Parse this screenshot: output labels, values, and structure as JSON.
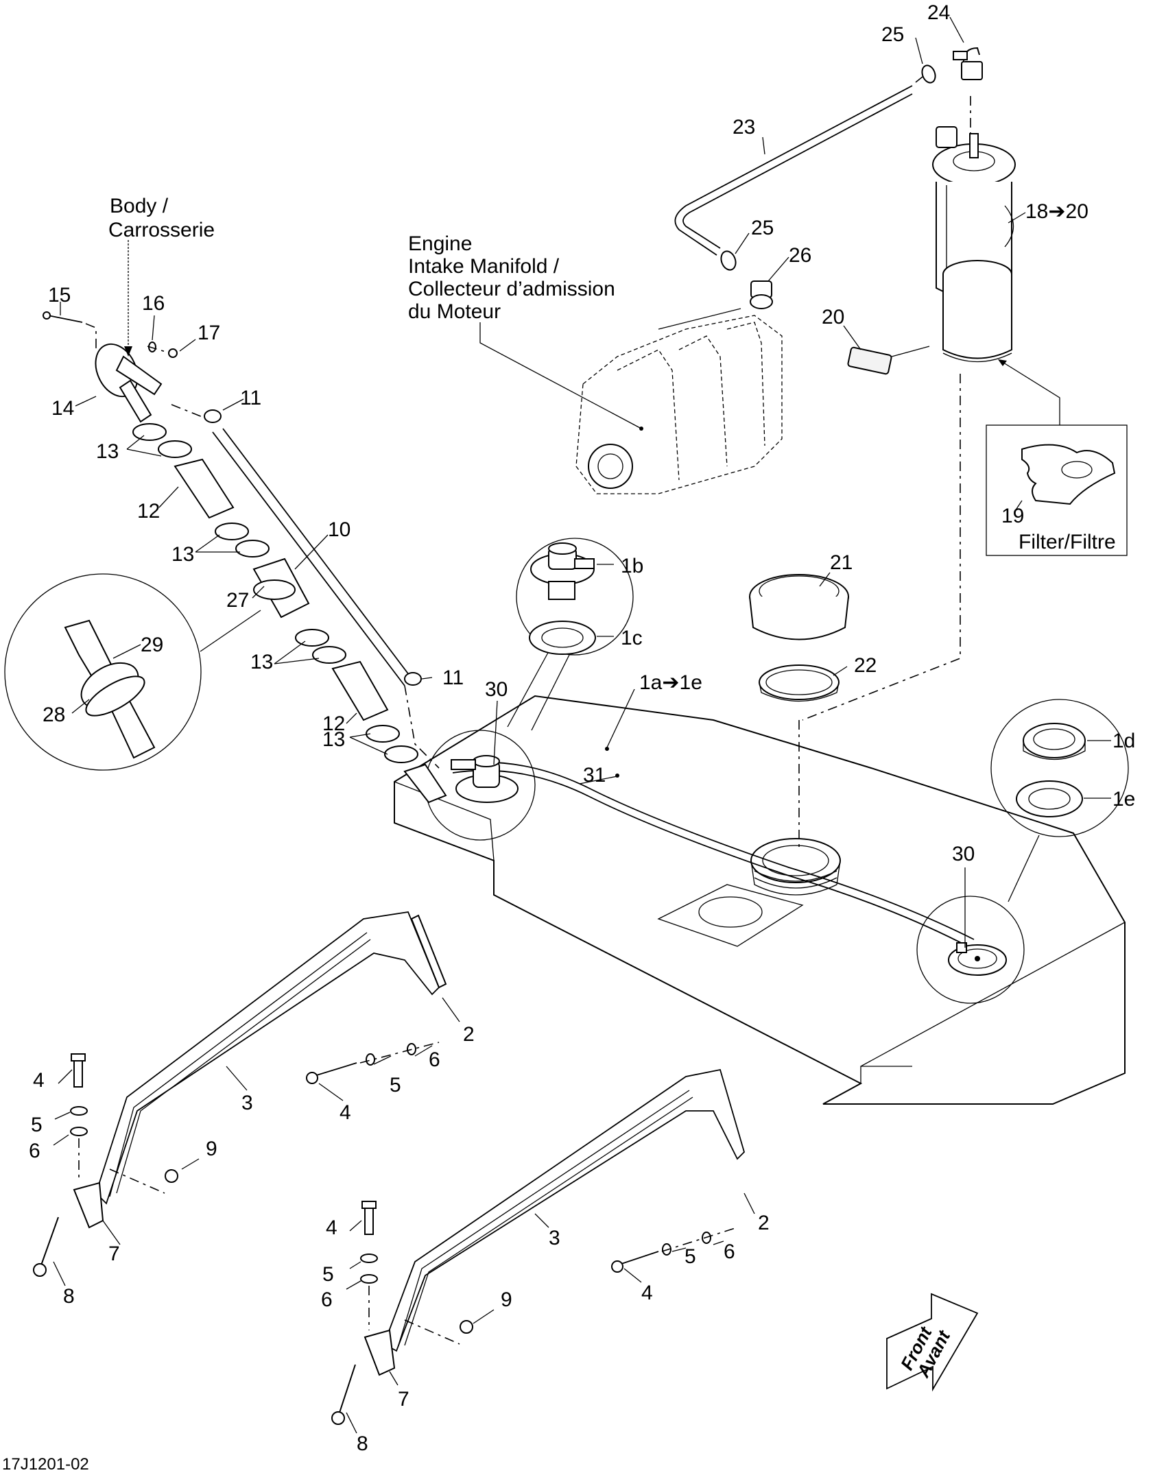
{
  "diagram": {
    "drawing_code": "17J1201-02",
    "annotations": {
      "body": [
        "Body /",
        "Carrosserie"
      ],
      "engine": [
        "Engine",
        "Intake Manifold /",
        "Collecteur d’admission",
        "du Moteur"
      ],
      "filter": "Filter/Filtre",
      "front": [
        "Front",
        "Avant"
      ]
    },
    "callouts": [
      {
        "id": "24",
        "text": "24"
      },
      {
        "id": "25a",
        "text": "25"
      },
      {
        "id": "23",
        "text": "23"
      },
      {
        "id": "25b",
        "text": "25"
      },
      {
        "id": "26",
        "text": "26"
      },
      {
        "id": "18-20",
        "text": "18➔20"
      },
      {
        "id": "20",
        "text": "20"
      },
      {
        "id": "19",
        "text": "19"
      },
      {
        "id": "15",
        "text": "15"
      },
      {
        "id": "16",
        "text": "16"
      },
      {
        "id": "17",
        "text": "17"
      },
      {
        "id": "14",
        "text": "14"
      },
      {
        "id": "11a",
        "text": "11"
      },
      {
        "id": "13a",
        "text": "13"
      },
      {
        "id": "12a",
        "text": "12"
      },
      {
        "id": "13b",
        "text": "13"
      },
      {
        "id": "10",
        "text": "10"
      },
      {
        "id": "27",
        "text": "27"
      },
      {
        "id": "29",
        "text": "29"
      },
      {
        "id": "28",
        "text": "28"
      },
      {
        "id": "13c",
        "text": "13"
      },
      {
        "id": "11b",
        "text": "11"
      },
      {
        "id": "12b",
        "text": "12"
      },
      {
        "id": "13d",
        "text": "13"
      },
      {
        "id": "30a",
        "text": "30"
      },
      {
        "id": "1b",
        "text": "1b"
      },
      {
        "id": "1c",
        "text": "1c"
      },
      {
        "id": "21",
        "text": "21"
      },
      {
        "id": "22",
        "text": "22"
      },
      {
        "id": "1a-1e",
        "text": "1a➔1e"
      },
      {
        "id": "31",
        "text": "31"
      },
      {
        "id": "1d",
        "text": "1d"
      },
      {
        "id": "1e",
        "text": "1e"
      },
      {
        "id": "30b",
        "text": "30"
      },
      {
        "id": "2a",
        "text": "2"
      },
      {
        "id": "6a",
        "text": "6"
      },
      {
        "id": "5a",
        "text": "5"
      },
      {
        "id": "4a",
        "text": "4"
      },
      {
        "id": "3a",
        "text": "3"
      },
      {
        "id": "4b",
        "text": "4"
      },
      {
        "id": "5b",
        "text": "5"
      },
      {
        "id": "6b",
        "text": "6"
      },
      {
        "id": "9a",
        "text": "9"
      },
      {
        "id": "7a",
        "text": "7"
      },
      {
        "id": "8a",
        "text": "8"
      },
      {
        "id": "2b",
        "text": "2"
      },
      {
        "id": "3b",
        "text": "3"
      },
      {
        "id": "6c",
        "text": "6"
      },
      {
        "id": "5c",
        "text": "5"
      },
      {
        "id": "4c",
        "text": "4"
      },
      {
        "id": "4d",
        "text": "4"
      },
      {
        "id": "5d",
        "text": "5"
      },
      {
        "id": "6d",
        "text": "6"
      },
      {
        "id": "9b",
        "text": "9"
      },
      {
        "id": "7b",
        "text": "7"
      },
      {
        "id": "8b",
        "text": "8"
      }
    ]
  }
}
